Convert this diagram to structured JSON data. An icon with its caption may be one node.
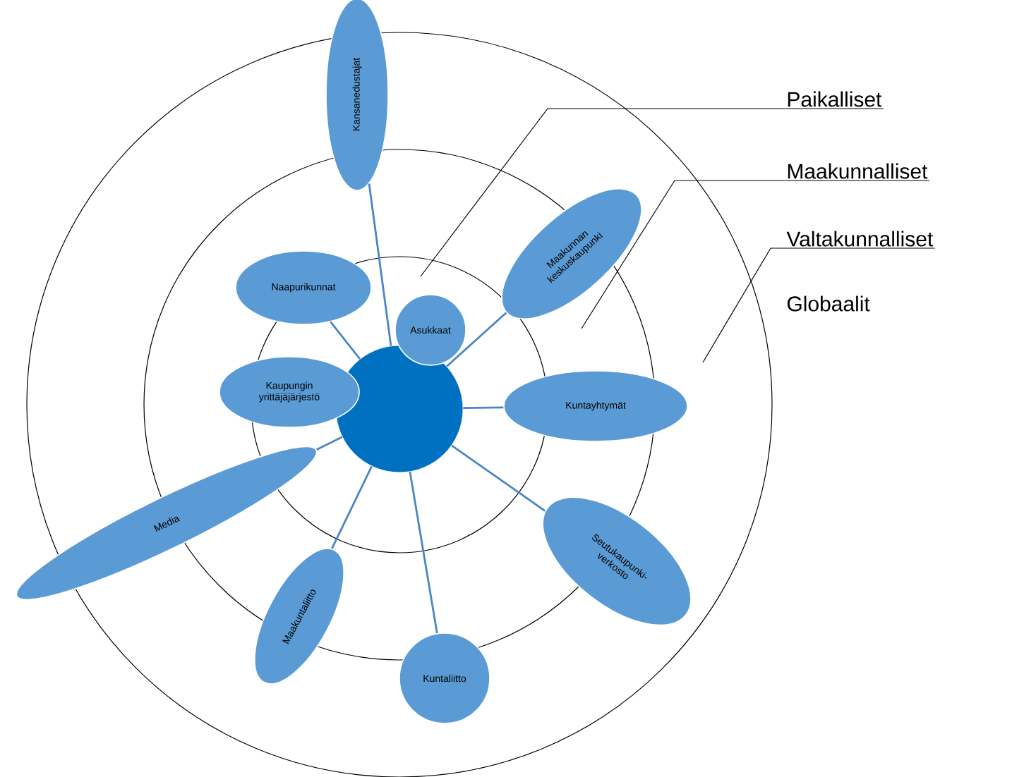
{
  "diagram": {
    "nodes": [
      {
        "text": [],
        "shape": "circle"
      },
      {
        "text": [
          "Kansanedustajat"
        ]
      },
      {
        "text": [
          "Naapurikunnat"
        ]
      },
      {
        "text": [
          "Asukkaat"
        ]
      },
      {
        "text": [
          "Maakunnan keskuskaupunki"
        ]
      },
      {
        "text": [
          "Kaupungin yrittäjäjärjestö"
        ]
      },
      {
        "text": [
          "Kuntayhtymät"
        ]
      },
      {
        "text": [
          "Media"
        ]
      },
      {
        "text": [
          "Seutukaupunki-verkosto"
        ]
      },
      {
        "text": [
          "Maakuntaliitto"
        ]
      },
      {
        "text": [
          "Kuntaliitto"
        ]
      },
      {
        "text": [
          "Paikalliset"
        ]
      },
      {
        "text": [
          "Maakunnalliset"
        ]
      },
      {
        "text": [
          "Valtakunnalliset"
        ]
      }
    ],
    "edges": [
      {
        "from": 0,
        "to": 1,
        "arrow": "none"
      },
      {
        "from": 0,
        "to": 2,
        "arrow": "none"
      },
      {
        "from": 0,
        "to": 4,
        "arrow": "none"
      },
      {
        "from": 0,
        "to": 6,
        "arrow": "none"
      },
      {
        "from": 0,
        "to": 7,
        "arrow": "none"
      },
      {
        "from": 0,
        "to": 8,
        "arrow": "none"
      },
      {
        "from": 0,
        "to": 9,
        "arrow": "none"
      },
      {
        "from": 0,
        "to": 10,
        "arrow": "none"
      },
      {
        "from": 11,
        "to": null,
        "arrow": "none",
        "color": "#000000"
      },
      {
        "from": 12,
        "to": null,
        "arrow": "none",
        "color": "#000000"
      },
      {
        "from": 13,
        "to": null,
        "arrow": "none",
        "color": "#000000"
      }
    ],
    "labels": [
      "Globaalit"
    ]
  }
}
